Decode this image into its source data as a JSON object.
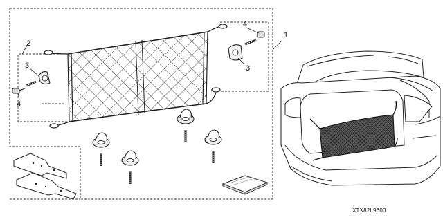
{
  "diagram": {
    "callouts": {
      "c1": "1",
      "c2": "2",
      "c3a": "3",
      "c3b": "3",
      "c4a": "4",
      "c4b": "4"
    },
    "part_code": "XTX82L9600"
  }
}
